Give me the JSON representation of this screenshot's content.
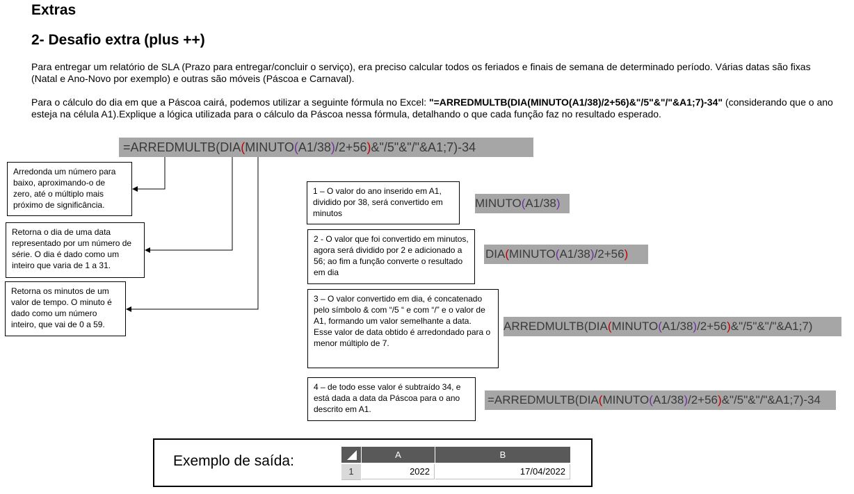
{
  "heading_extras": "Extras",
  "heading_challenge": "2- Desafio extra (plus ++)",
  "paragraph1": "Para entregar um relatório de SLA (Prazo para entregar/concluir o serviço), era preciso calcular todos os feriados e finais de semana de determinado período. Várias datas são fixas (Natal e Ano-Novo por exemplo) e outras são móveis (Páscoa e Carnaval).",
  "paragraph2_start": "Para o cálculo do dia em que a Páscoa cairá, podemos utilizar a seguinte fórmula no Excel: ",
  "paragraph2_formula": "\"=ARREDMULTB(DIA(MINUTO(A1/38)/2+56)&\"/5\"&\"/\"&A1;7)-34\"",
  "paragraph2_end": " (considerando que o ano esteja na célula A1).Explique a lógica utilizada para o cálculo da Páscoa nessa fórmula, detalhando o que cada função faz no resultado esperado.",
  "formula_parts": {
    "eq_arred": "=ARREDMULTB(",
    "dia": "DIA",
    "paren1": "(",
    "minuto": "MINUTO",
    "paren2": "(",
    "a1_38": "A1/38",
    "paren3": ")",
    "div_add": "/2+56",
    "paren4": ")",
    "concat": "&\"/5\"&\"/\"&A1;7)-34"
  },
  "function_boxes": {
    "arred": "Arredonda um número para baixo, aproximando-o de zero, até o múltiplo mais próximo de significância.",
    "dia": "Retorna o dia de uma data representado por um número de série. O dia é dado como um inteiro que varia de 1 a 31.",
    "minuto": "Retorna os minutos de um valor de tempo. O minuto é dado como um número inteiro, que vai de 0 a 59."
  },
  "steps": [
    {
      "text": "1 – O valor do ano inserido em A1, dividido por 38, será convertido em minutos",
      "formula_tail": ""
    },
    {
      "text": "2 - O valor que foi convertido em minutos, agora será dividido por 2 e adicionado a 56; ao fim a função converte o resultado em dia"
    },
    {
      "text_a": "3 – O valor convertido em dia, é concatenado pelo símbolo & com “/5 “ e com “/” e o valor de A1, formando um valor semelhante a data.",
      "text_b": "Esse valor de data obtido é arredondado para o menor múltiplo de 7."
    },
    {
      "text": "4 – de todo esse valor é subtraído 34, e está dada a data da Páscoa para o ano descrito em A1."
    }
  ],
  "step_formulas": {
    "s1_minuto": "MINUTO",
    "s1_paren_open": "(",
    "s1_arg": "A1/38",
    "s1_paren_close": ")",
    "s2_dia": "DIA",
    "s2_p1": "(",
    "s2_minuto": "MINUTO",
    "s2_p2": "(",
    "s2_arg": "A1/38",
    "s2_p3": ")",
    "s2_tail": "/2+56",
    "s2_p4": ")",
    "s3_start": "ARREDMULTB(DIA",
    "s3_p1": "(",
    "s3_minuto": "MINUTO",
    "s3_p2": "(",
    "s3_arg": "A1/38",
    "s3_p3": ")",
    "s3_mid": "/2+56",
    "s3_p4": ")",
    "s3_tail": "&\"/5\"&\"/\"&A1;7)",
    "s4_start": "=ARREDMULTB(DIA",
    "s4_p1": "(",
    "s4_minuto": "MINUTO",
    "s4_p2": "(",
    "s4_arg": "A1/38",
    "s4_p3": ")",
    "s4_mid": "/2+56",
    "s4_p4": ")",
    "s4_tail": "&\"/5\"&\"/\"&A1;7)-34"
  },
  "example": {
    "label": "Exemplo de saída:",
    "col_a": "A",
    "col_b": "B",
    "row_num": "1",
    "value_a": "2022",
    "value_b": "17/04/2022"
  }
}
